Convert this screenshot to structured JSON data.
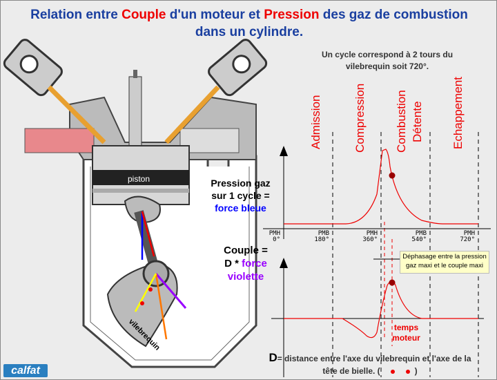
{
  "title": {
    "part1": "Relation entre ",
    "couple": "Couple",
    "part2": " d'un moteur et ",
    "pression": "Pression",
    "part3": " des gaz de combustion",
    "line2": "dans un cylindre."
  },
  "cycle_note": {
    "line1": "Un cycle correspond à 2 tours du",
    "line2": "vilebrequin soit 720°."
  },
  "phases": [
    "Admission",
    "Compression",
    "Combustion",
    "Détente",
    "Echappement"
  ],
  "pressure_label": {
    "line1": "Pression gaz",
    "line2": "sur 1 cycle =",
    "line3": "force bleue"
  },
  "couple_label": {
    "line1": "Couple =",
    "line2": "D * ",
    "force": "force",
    "line3": "violette"
  },
  "ticks": [
    {
      "top": "PMH",
      "bottom": "0°"
    },
    {
      "top": "PMB",
      "bottom": "180°"
    },
    {
      "top": "PMH",
      "bottom": "360°"
    },
    {
      "top": "PMB",
      "bottom": "540°"
    },
    {
      "top": "PMH",
      "bottom": "720°"
    }
  ],
  "tooltip": {
    "line1": "Déphasage entre la pression",
    "line2": "gaz maxi et le couple maxi"
  },
  "temps_moteur": {
    "line1": "temps",
    "line2": "moteur"
  },
  "footer": {
    "d": "D",
    "text1": "= distance entre l'axe du vilebrequin et l'axe de la",
    "text2": "tête de bielle. (",
    "close": ")"
  },
  "engine": {
    "piston": "piston",
    "vilebrequin": "vilebrequin"
  },
  "logo": "calfat",
  "colors": {
    "title": "#1a3fa0",
    "accent": "#e00000",
    "blue_force": "#0000ff",
    "violet_force": "#9900ff"
  }
}
